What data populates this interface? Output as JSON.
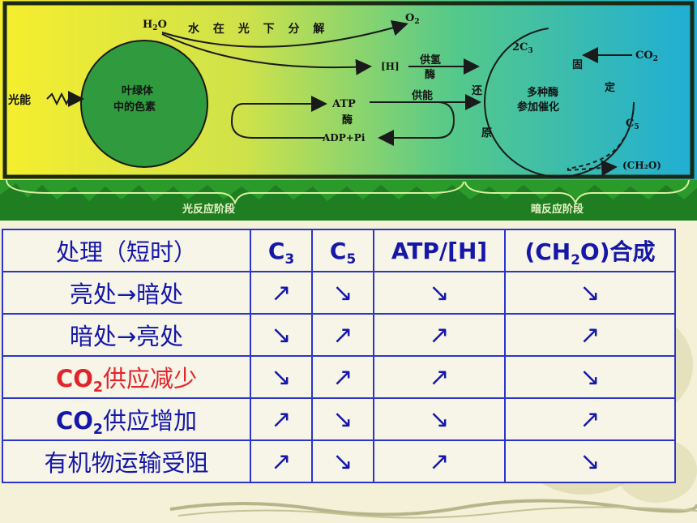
{
  "diagram": {
    "sunlight_label": "光能",
    "pigment_line1": "叶绿体",
    "pigment_line2": "中的色素",
    "water": "H",
    "water_sub": "2",
    "water_o": "O",
    "water_split": "水 在 光 下 分 解",
    "oxygen": "O",
    "oxygen_sub": "2",
    "hydrogen": "[H]",
    "supply_h_line1": "供氢",
    "supply_h_line2": "酶",
    "atp": "ATP",
    "enzyme": "酶",
    "adp": "ADP+Pi",
    "supply_energy": "供能",
    "c3_top": "2C",
    "c3_top_sub": "3",
    "co2": "CO",
    "co2_sub": "2",
    "fix1": "固",
    "fix2": "定",
    "reduce1": "还",
    "reduce2": "原",
    "enzymes_line1": "多种酶",
    "enzymes_line2": "参加催化",
    "c5": "C",
    "c5_sub": "5",
    "ch2o": "(CH₂O)",
    "light_stage": "光反应阶段",
    "dark_stage": "暗反应阶段"
  },
  "table": {
    "header": {
      "treatment": "处理（短时）",
      "c3": "C",
      "c3_sub": "3",
      "c5": "C",
      "c5_sub": "5",
      "atp_h": "ATP/[H]",
      "ch2o_pre": "(CH",
      "ch2o_sub": "2",
      "ch2o_post": "O)合成"
    },
    "rows": [
      {
        "label": "亮处→暗处",
        "c3": "↗",
        "c5": "↘",
        "atp": "↘",
        "ch2o": "↘"
      },
      {
        "label": "暗处→亮处",
        "c3": "↘",
        "c5": "↗",
        "atp": "↗",
        "ch2o": "↗"
      },
      {
        "label_pre": "CO",
        "label_sub": "2",
        "label_post": "供应减少",
        "c3": "↘",
        "c5": "↗",
        "atp": "↗",
        "ch2o": "↘"
      },
      {
        "label_pre": "CO",
        "label_sub": "2",
        "label_post": "供应增加",
        "c3": "↗",
        "c5": "↘",
        "atp": "↘",
        "ch2o": "↗"
      },
      {
        "label": "有机物运输受阻",
        "c3": "↗",
        "c5": "↘",
        "atp": "↗",
        "ch2o": "↘"
      }
    ]
  },
  "colors": {
    "table_text": "#1517a8",
    "table_border": "#2b36c8",
    "highlight_red": "#e2242a"
  }
}
